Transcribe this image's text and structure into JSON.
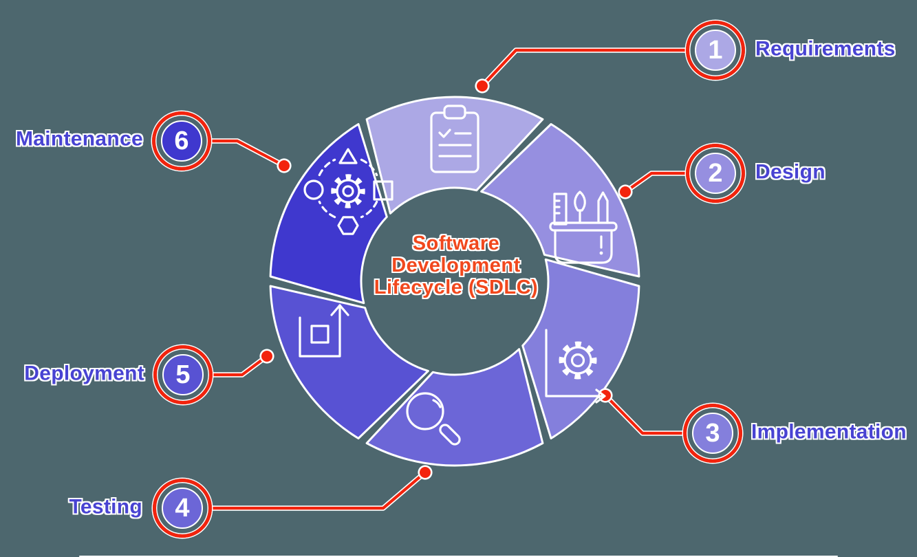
{
  "title": {
    "line1": "Software",
    "line2": "Development",
    "line3": "Lifecycle (SDLC)"
  },
  "colors": {
    "background": "#4d676e",
    "connector_red": "#f3230d",
    "title_orange": "#f1481d",
    "label_blue": "#4843d2",
    "icon_stroke": "#ffffff"
  },
  "steps": [
    {
      "number": "1",
      "label": "Requirements",
      "color": "#aca8e5",
      "icon": "clipboard-checklist-icon"
    },
    {
      "number": "2",
      "label": "Design",
      "color": "#968fe0",
      "icon": "design-tools-icon"
    },
    {
      "number": "3",
      "label": "Implementation",
      "color": "#847fdc",
      "icon": "gear-axis-icon"
    },
    {
      "number": "4",
      "label": "Testing",
      "color": "#6c66d7",
      "icon": "magnifier-icon"
    },
    {
      "number": "5",
      "label": "Deployment",
      "color": "#5852d3",
      "icon": "box-arrow-up-icon"
    },
    {
      "number": "6",
      "label": "Maintenance",
      "color": "#3f38ce",
      "icon": "shapes-gear-icon"
    }
  ]
}
